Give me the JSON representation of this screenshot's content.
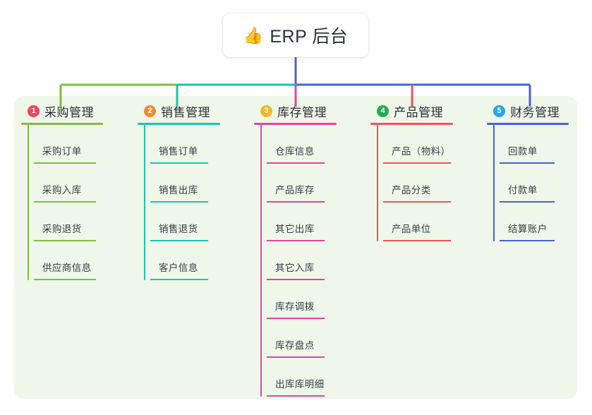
{
  "page": {
    "background": "#ffffff",
    "panel_background": "#eef7e9",
    "type": "mindmap"
  },
  "root": {
    "icon": "thumbs-up-icon",
    "emoji": "👍",
    "label": "ERP 后台",
    "connector_color": "#5560c8"
  },
  "branches": [
    {
      "number": "1",
      "badge_color": "#f0455f",
      "line_color": "#82bd41",
      "title": "采购管理",
      "items": [
        {
          "label": "采购订单"
        },
        {
          "label": "采购入库"
        },
        {
          "label": "采购退货"
        },
        {
          "label": "供应商信息"
        }
      ]
    },
    {
      "number": "2",
      "badge_color": "#f68b2c",
      "line_color": "#16c7ad",
      "title": "销售管理",
      "items": [
        {
          "label": "销售订单"
        },
        {
          "label": "销售出库"
        },
        {
          "label": "销售退货"
        },
        {
          "label": "客户信息"
        }
      ]
    },
    {
      "number": "3",
      "badge_color": "#f5b722",
      "line_color": "#e0479e",
      "title": "库存管理",
      "items": [
        {
          "label": "仓库信息"
        },
        {
          "label": "产品库存"
        },
        {
          "label": "其它出库"
        },
        {
          "label": "其它入库"
        },
        {
          "label": "库存调拨"
        },
        {
          "label": "库存盘点"
        },
        {
          "label": "出库库明细"
        }
      ]
    },
    {
      "number": "4",
      "badge_color": "#22ab55",
      "line_color": "#f4515b",
      "title": "产品管理",
      "items": [
        {
          "label": "产品（物料）"
        },
        {
          "label": "产品分类"
        },
        {
          "label": "产品单位"
        }
      ]
    },
    {
      "number": "5",
      "badge_color": "#24a6e8",
      "line_color": "#4a62d6",
      "title": "财务管理",
      "items": [
        {
          "label": "回款单"
        },
        {
          "label": "付款单"
        },
        {
          "label": "结算账户"
        }
      ]
    }
  ]
}
